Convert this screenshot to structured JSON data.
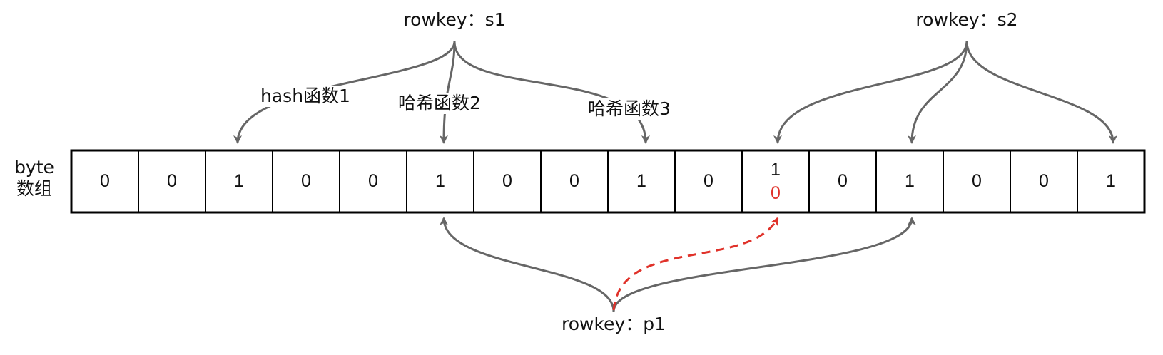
{
  "array": {
    "label_line1": "byte",
    "label_line2": "数组",
    "cells": [
      "0",
      "0",
      "1",
      "0",
      "0",
      "1",
      "0",
      "0",
      "1",
      "0",
      "1",
      "0",
      "1",
      "0",
      "0",
      "1"
    ],
    "changed": [
      {
        "index": 10,
        "new_value": "0"
      }
    ]
  },
  "keys": {
    "s1": "rowkey：s1",
    "s2": "rowkey：s2",
    "p1": "rowkey：p1"
  },
  "hash_labels": {
    "h1": "hash函数1",
    "h2": "哈希函数2",
    "h3": "哈希函数3"
  },
  "colors": {
    "line": "#666666",
    "grid": "#000000",
    "highlight": "#e0322a"
  }
}
